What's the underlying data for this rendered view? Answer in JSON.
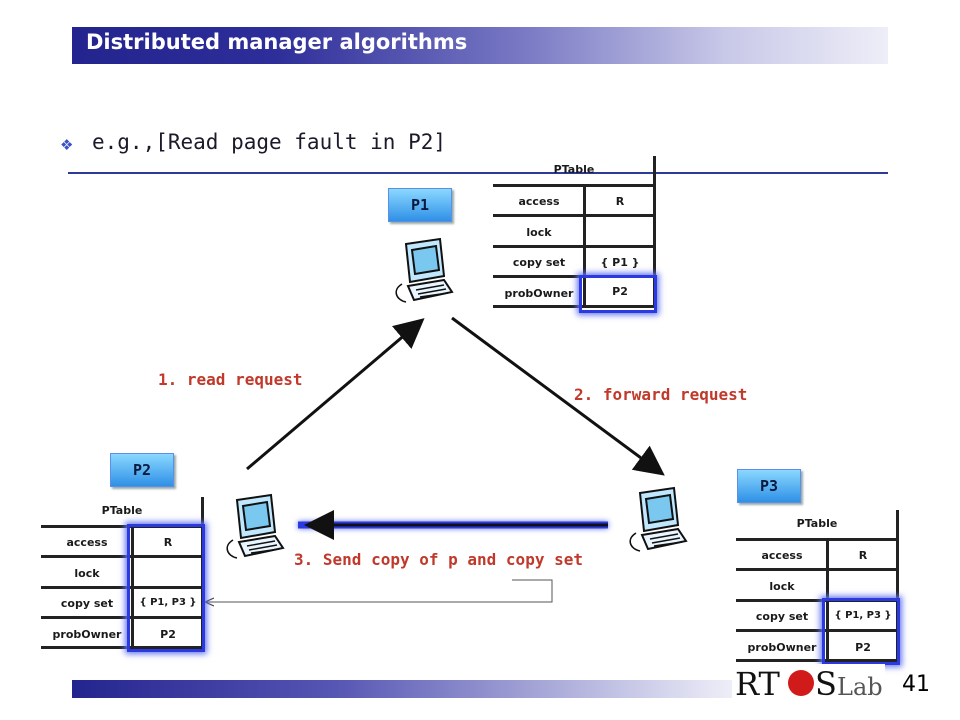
{
  "slide": {
    "title": "Distributed manager algorithms",
    "subtitle": "e.g.,[Read page fault in P2]",
    "page_number": "41"
  },
  "nodes": {
    "p1": "P1",
    "p2": "P2",
    "p3": "P3"
  },
  "tables": {
    "p1": {
      "header": "PTable",
      "rows": [
        [
          "access",
          "R"
        ],
        [
          "lock",
          ""
        ],
        [
          "copy set",
          "{ P1 }"
        ],
        [
          "probOwner",
          "P2"
        ]
      ]
    },
    "p2": {
      "header": "PTable",
      "rows": [
        [
          "access",
          "R"
        ],
        [
          "lock",
          ""
        ],
        [
          "copy set",
          "{ P1, P3 }"
        ],
        [
          "probOwner",
          "P2"
        ]
      ]
    },
    "p3": {
      "header": "PTable",
      "rows": [
        [
          "access",
          "R"
        ],
        [
          "lock",
          ""
        ],
        [
          "copy set",
          "{ P1, P3 }"
        ],
        [
          "probOwner",
          "P2"
        ]
      ]
    }
  },
  "arrows": {
    "read_request": "1. read request",
    "forward_request": "2. forward request",
    "send_copy": "3. Send copy of p and copy set"
  },
  "logo": {
    "text_left": "RT",
    "text_right": "S",
    "text_lab": "Lab",
    "accent": "#d11b1b"
  },
  "colors": {
    "title_bar": "#24248f",
    "label_red": "#c0392b",
    "badge_blue": "#2f90e6",
    "glow_blue": "#2a3ae0"
  },
  "icons": [
    "computer-icon",
    "bullet-diamond-icon"
  ]
}
